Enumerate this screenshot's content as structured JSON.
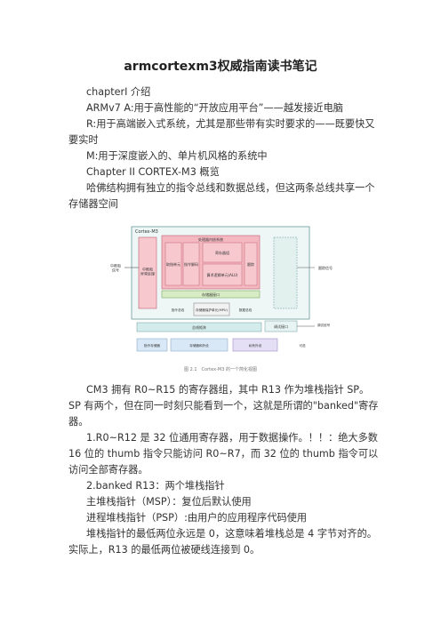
{
  "title": "armcortexm3权威指南读书笔记",
  "paragraphs": [
    "chapterI 介绍",
    "ARMv7 A:用于高性能的“开放应用平台”——越发接近电脑",
    "R:用于高端嵌入式系统，尤其是那些带有实时要求的——既要快又要实时",
    "M:用于深度嵌入的、单片机风格的系统中",
    "Chapter II CORTEX-M3 概览",
    "哈佛结构拥有独立的指令总线和数据总线，但这两条总线共享一个存储器空间",
    "CM3 拥有 R0~R15 的寄存器组，其中 R13 作为堆栈指针 SP。SP 有两个，但在同一时刻只能看到一个，这就是所谓的\"banked\"寄存器。",
    "1.R0~R12 是 32 位通用寄存器，用于数据操作。！！：绝大多数 16 位的 thumb 指令只能访问 R0~R7，而 32 位的 thumb 指令可以访问全部寄存器。",
    "2.banked R13：两个堆栈指针",
    "主堆栈指针（MSP）：复位后默认使用",
    "进程堆栈指针（PSP）:由用户的应用程序代码使用",
    "堆栈指针的最低两位永远是 0，这意味着堆栈总是 4 字节对齐的。实际上，R13 的最低两位被硬线连接到 0。"
  ],
  "figure": {
    "caption": "图 2.1　Cortex-M3 的一个简化视图",
    "labels": {
      "core": "Cortex-M3",
      "nvic": "中断和\n异常处理",
      "left_in": "中断和\n信号",
      "right_out": "跟踪信号",
      "core_top": "处理器内核系统",
      "fetch": "取指单元",
      "decode": "指令解码",
      "regs": "寄存器组",
      "alu": "算术逻辑单元(ALU)",
      "mem_if": "存储器接口",
      "trace": "跟踪",
      "mpu": "存储器保护单元(MPU)",
      "instr_bus": "指令总线",
      "data_bus": "数据总线",
      "bus_matrix": "总线矩阵",
      "debug_if": "调试接口",
      "debug_sig": "调试信号",
      "code_mem": "指令存储器",
      "mem_periph": "存储器和外设",
      "priv_periph": "私有外设",
      "optional": "可选"
    }
  }
}
